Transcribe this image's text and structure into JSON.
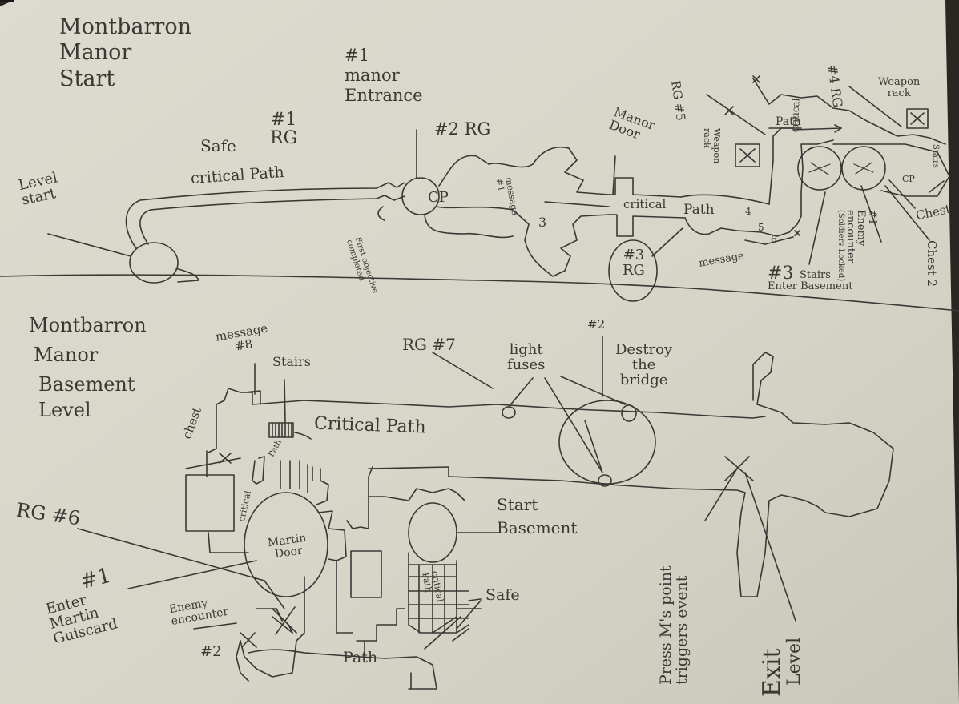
{
  "upper_level": {
    "title_lines": [
      "Montbarron",
      "Manor",
      "Start"
    ],
    "level_start": [
      "Level",
      "start"
    ],
    "safe": "Safe",
    "rg1": [
      "#1",
      "RG"
    ],
    "critical_path": "critical Path",
    "manor_entrance": [
      "#1",
      "manor",
      "Entrance"
    ],
    "first_objective": [
      "First objective",
      "completed"
    ],
    "cp": "CP",
    "rg2": "#2 RG",
    "message_1": [
      "message",
      "#1"
    ],
    "num_3": "3",
    "manor_door": [
      "Manor",
      "Door"
    ],
    "critical": "critical",
    "path": "Path",
    "rg3": [
      "#3",
      "RG"
    ],
    "num_4": "4",
    "num_5": "5",
    "message_6": "message",
    "num_6": "6",
    "stairs_enter_basement": [
      "#3",
      "Stairs",
      "Enter Basement"
    ],
    "rg5": "RG #5",
    "weapon_rack_1": [
      "Weapon",
      "rack"
    ],
    "path_arrow": "Path",
    "critical_vertical": "critical",
    "rg4": "#4 RG",
    "weapon_rack_2": [
      "Weapon",
      "rack"
    ],
    "stairs_small": "Stairs",
    "cp_small": "CP",
    "chest": "Chest",
    "enemy_encounter": [
      "#1",
      "Enemy",
      "encounter",
      "(Soldiers Locked)"
    ],
    "chest_2": "Chest 2"
  },
  "basement_level": {
    "title_lines": [
      "Montbarron",
      "Manor",
      "Basement",
      "Level"
    ],
    "message_8": [
      "message",
      "#8"
    ],
    "stairs": "Stairs",
    "critical_path": "Critical Path",
    "rg7": "RG #7",
    "light_fuses": [
      "light",
      "fuses"
    ],
    "num_2": "#2",
    "destroy_bridge": [
      "Destroy",
      "the",
      "bridge"
    ],
    "chest": "chest",
    "path_small": "Path",
    "critical_small": "critical",
    "rg6": "RG #6",
    "martin_door": [
      "Martin",
      "Door"
    ],
    "enter_martin": [
      "#1",
      "Enter",
      "Martin",
      "Guiscard"
    ],
    "enemy_encounter": [
      "Enemy",
      "encounter"
    ],
    "enc_num": "#2",
    "start_basement": [
      "Start",
      "Basement"
    ],
    "critical_path_vertical": [
      "critical",
      "Path"
    ],
    "safe": "Safe",
    "path_bottom": "Path",
    "press_event": [
      "Press M's point",
      "triggers event"
    ],
    "exit_level": [
      "Exit",
      "Level"
    ]
  },
  "colors": {
    "paper": "#d9d8cc",
    "pencil": "#3a3834",
    "background": "#2a2622"
  }
}
